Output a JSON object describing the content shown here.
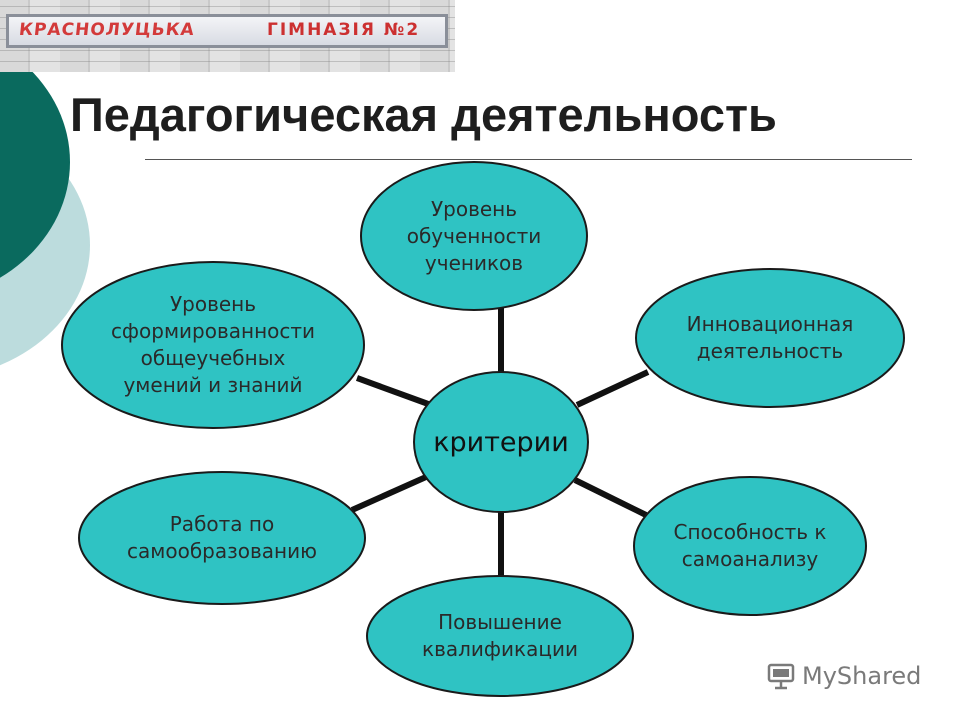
{
  "slide": {
    "title": "Педагогическая деятельность",
    "photo_sign": {
      "left_text": "КРАСНОЛУЦЬКА",
      "right_text": "ГІМНАЗІЯ №2"
    }
  },
  "diagram": {
    "center": "критерии",
    "nodes": [
      {
        "id": "top",
        "lines": [
          "Уровень",
          "обученности",
          "учеников"
        ]
      },
      {
        "id": "upper-left",
        "lines": [
          "Уровень",
          "сформированности",
          "общеучебных",
          "умений и знаний"
        ]
      },
      {
        "id": "upper-right",
        "lines": [
          "Инновационная",
          "деятельность"
        ]
      },
      {
        "id": "lower-left",
        "lines": [
          "Работа по",
          "самообразованию"
        ]
      },
      {
        "id": "lower-right",
        "lines": [
          "Способность к",
          "самоанализу"
        ]
      },
      {
        "id": "bottom",
        "lines": [
          "Повышение",
          "квалификации"
        ]
      }
    ],
    "colors": {
      "node_fill": "#2fc3c3",
      "node_stroke": "#1a1a1a",
      "connector": "#111111"
    }
  },
  "watermark": {
    "text": "MyShared",
    "icon": "projector-screen-icon"
  },
  "colors": {
    "accent_dark": "#0a6a5e",
    "accent_light": "#bcdcdd"
  }
}
